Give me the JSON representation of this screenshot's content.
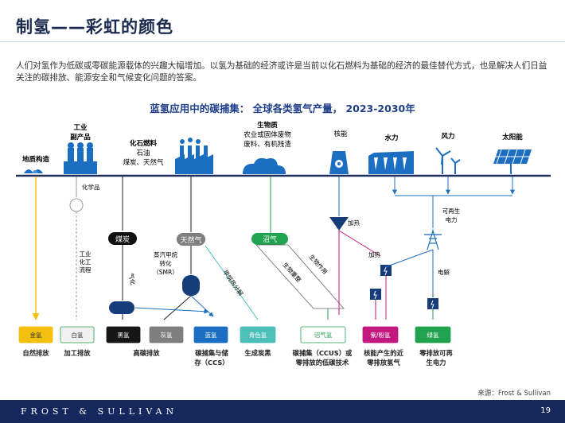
{
  "header": {
    "title": "制氢——彩虹的颜色",
    "intro": "人们对氢作为低碳或零碳能源载体的兴趣大幅增加。以氢为基础的经济或许是当前以化石燃料为基础的经济的最佳替代方式，也是解决人们日益关注的碳排放、能源安全和气候变化问题的答案。"
  },
  "diagram": {
    "subtitle": "蓝氢应用中的碳捕集：  全球各类氢气产量， 2023-2030年",
    "sources": {
      "geology": "地质构造",
      "industry": [
        "工业",
        "副产品"
      ],
      "fossil": [
        "化石燃料",
        "石油",
        "煤炭、天然气"
      ],
      "biomass": [
        "生物质",
        "农业或固体废物",
        "废料、有机残渣"
      ],
      "nuclear": "核能",
      "hydro": "水力",
      "wind": "风力",
      "solar": "太阳能"
    },
    "middle": {
      "chemical": "化学品",
      "industrial_process": [
        "工业",
        "化工",
        "流程"
      ],
      "coal_pill": "煤炭",
      "gasification": "气化",
      "gas_pill": "天然气",
      "smr": [
        "蒸汽甲烷",
        "转化",
        "（SMR）"
      ],
      "pyrolysis": "甲烷热分解",
      "biogas_pill": "沼气",
      "bio_method": "生物重整",
      "bio_action": "生物作用",
      "heating1": "加热",
      "heating2": "加热",
      "renewable": [
        "可再生",
        "电力"
      ],
      "electrolysis": "电解"
    },
    "colors": [
      {
        "label": "金氢",
        "color": "#f5bf0f"
      },
      {
        "label": "白氢",
        "color": "#f1f1f1"
      },
      {
        "label": "黑氢",
        "color": "#161616"
      },
      {
        "label": "灰氢",
        "color": "#7f7f7f"
      },
      {
        "label": "蓝氢",
        "color": "#1b6ec2"
      },
      {
        "label": "青色氢",
        "color": "#4bbfb8"
      },
      {
        "label": "沼气氢",
        "color": "#ffffff"
      },
      {
        "label": "紫/粉氢",
        "color": "#c2187f"
      },
      {
        "label": "绿氢",
        "color": "#21a24f"
      }
    ],
    "outcomes": [
      [
        "自然排放"
      ],
      [
        "加工排放"
      ],
      [
        "高碳排放"
      ],
      [
        "碳捕集与储",
        "存（CCS）"
      ],
      [
        "生成炭黑"
      ],
      [
        "碳捕集（CCUS）或",
        "零排放的低碳技术"
      ],
      [
        "核能产生的近",
        "零排放氢气"
      ],
      [
        "零排放可再",
        "生电力"
      ]
    ]
  },
  "footer": {
    "source": "来源：Frost & Sullivan",
    "brand": "FROST  &  SULLIVAN",
    "page": "19"
  }
}
